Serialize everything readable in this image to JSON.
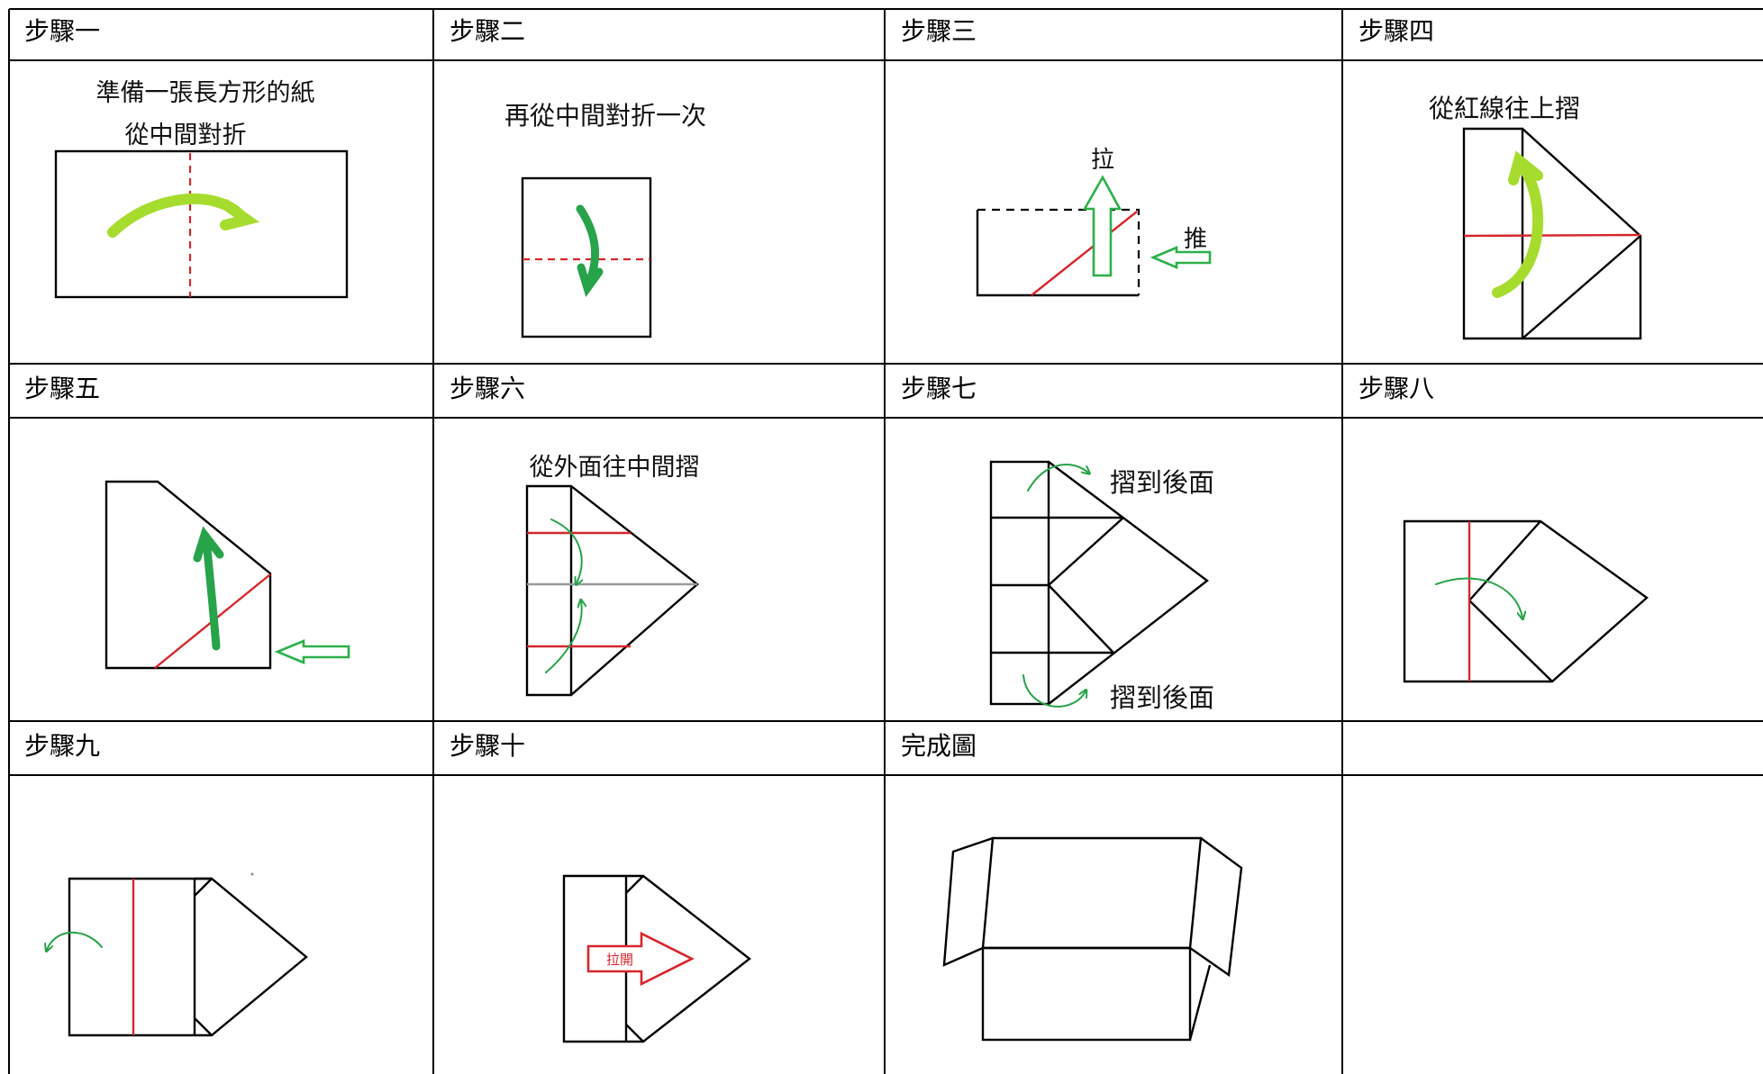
{
  "steps": [
    {
      "header": "步驟一",
      "notes": [
        "準備一張長方形的紙",
        "從中間對折"
      ]
    },
    {
      "header": "步驟二",
      "notes": [
        "再從中間對折一次"
      ]
    },
    {
      "header": "步驟三",
      "notes": [
        "拉",
        "推"
      ]
    },
    {
      "header": "步驟四",
      "notes": [
        "從紅線往上摺"
      ]
    },
    {
      "header": "步驟五",
      "notes": []
    },
    {
      "header": "步驟六",
      "notes": [
        "從外面往中間摺"
      ]
    },
    {
      "header": "步驟七",
      "notes": [
        "摺到後面",
        "摺到後面"
      ]
    },
    {
      "header": "步驟八",
      "notes": []
    },
    {
      "header": "步驟九",
      "notes": []
    },
    {
      "header": "步驟十",
      "notes": [
        "拉開"
      ]
    },
    {
      "header": "完成圖",
      "notes": []
    },
    {
      "header": "",
      "notes": []
    }
  ],
  "colors": {
    "fold_line": "#d6262c",
    "arrow_green": "#27a34a",
    "arrow_lime": "#a6dc2e",
    "border": "#000000"
  }
}
